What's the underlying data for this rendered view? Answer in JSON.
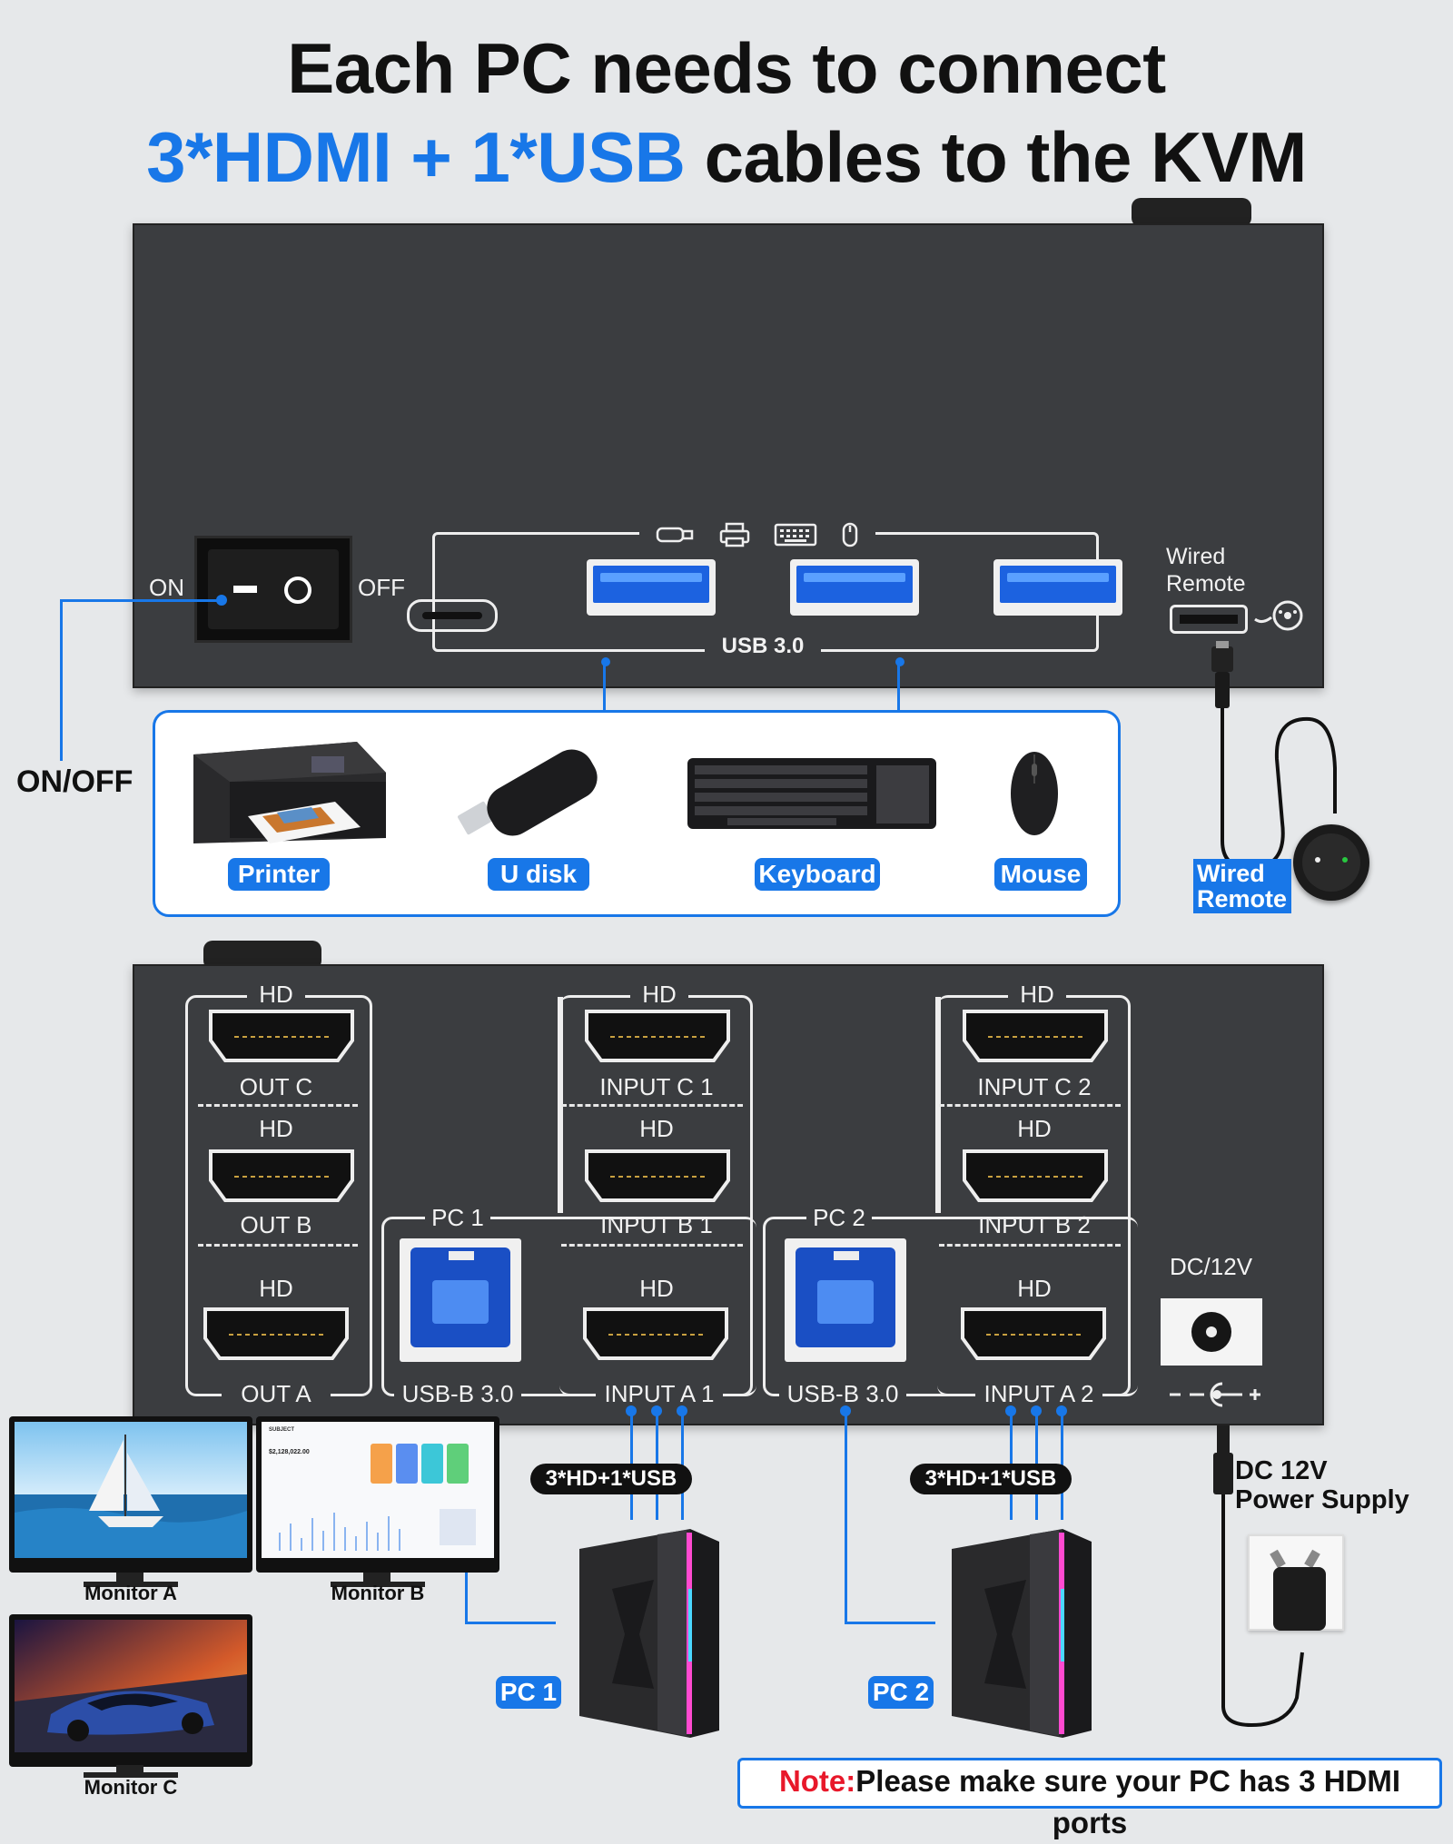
{
  "headline": {
    "line1": "Each PC needs to connect",
    "line2_highlight": "3*HDMI + 1*USB",
    "line2_rest": " cables to the KVM"
  },
  "front_panel": {
    "switch_on": "ON",
    "switch_off": "OFF",
    "usb_label": "USB 3.0",
    "wired_remote_port_line1": "Wired",
    "wired_remote_port_line2": "Remote",
    "on_off_callout": "ON/OFF",
    "port_icons": [
      "usb-drive-icon",
      "printer-icon",
      "keyboard-icon",
      "mouse-icon"
    ]
  },
  "peripherals": [
    {
      "label": "Printer",
      "icon": "printer-icon"
    },
    {
      "label": "U disk",
      "icon": "usb-drive-icon"
    },
    {
      "label": "Keyboard",
      "icon": "keyboard-icon"
    },
    {
      "label": "Mouse",
      "icon": "mouse-icon"
    }
  ],
  "wired_remote": {
    "line1": "Wired",
    "line2": "Remote"
  },
  "rear_panel": {
    "hd": "HD",
    "out_c": "OUT C",
    "out_b": "OUT B",
    "out_a": "OUT A",
    "pc1": "PC 1",
    "pc2": "PC 2",
    "usb_b": "USB-B 3.0",
    "input_c1": "INPUT C 1",
    "input_b1": "INPUT B 1",
    "input_a1": "INPUT A 1",
    "input_c2": "INPUT C 2",
    "input_b2": "INPUT B 2",
    "input_a2": "INPUT A 2",
    "dc": "DC/12V"
  },
  "cables": {
    "pc1_bundle": "3*HD+1*USB",
    "pc2_bundle": "3*HD+1*USB"
  },
  "power": {
    "line1": "DC 12V",
    "line2": "Power Supply"
  },
  "monitors": [
    {
      "label": "Monitor A"
    },
    {
      "label": "Monitor B"
    },
    {
      "label": "Monitor C"
    }
  ],
  "monitor_b_screen": {
    "app": "SUBJECT",
    "amount": "$2,128,022.00"
  },
  "pcs": [
    {
      "label": "PC 1"
    },
    {
      "label": "PC 2"
    }
  ],
  "note": {
    "prefix": "Note:",
    "text": "Please make sure your PC has 3 HDMI ports"
  },
  "colors": {
    "accent": "#1877e8",
    "panel": "#3b3d40",
    "note_red": "#e8182a"
  }
}
